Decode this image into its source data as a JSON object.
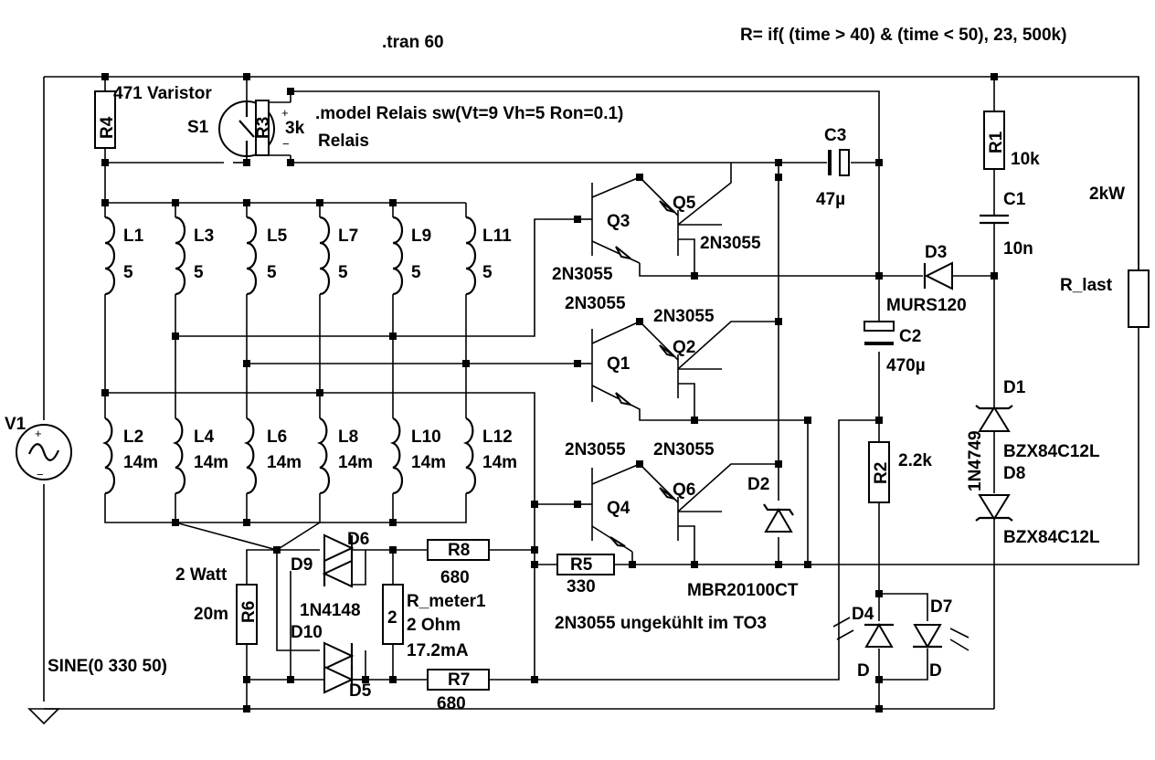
{
  "directives": {
    "tran": ".tran 60",
    "r_expr": "R= if( (time > 40) & (time < 50), 23, 500k)",
    "model": ".model Relais sw(Vt=9 Vh=5 Ron=0.1)",
    "model_sub": "Relais",
    "sine": "SINE(0 330 50)",
    "note": "2N3055 ungekühlt im TO3",
    "power": "2kW",
    "watt": "2 Watt"
  },
  "components": {
    "V1": "V1",
    "R4": "R4",
    "R4_value": "471 Varistor",
    "S1": "S1",
    "R3": "R3",
    "R3_value": "3k",
    "L1": "L1",
    "L3": "L3",
    "L5": "L5",
    "L7": "L7",
    "L9": "L9",
    "L11": "L11",
    "L_top_value": "5",
    "L2": "L2",
    "L4": "L4",
    "L6": "L6",
    "L8": "L8",
    "L10": "L10",
    "L12": "L12",
    "L_bottom_value": "14m",
    "Q1": "Q1",
    "Q2": "Q2",
    "Q3": "Q3",
    "Q4": "Q4",
    "Q5": "Q5",
    "Q6": "Q6",
    "transistor_model": "2N3055",
    "C3": "C3",
    "C3_value": "47µ",
    "C2": "C2",
    "C2_value": "470µ",
    "C1": "C1",
    "C1_value": "10n",
    "R1": "R1",
    "R1_value": "10k",
    "D3": "D3",
    "D3_model": "MURS120",
    "R_last": "R_last",
    "D1": "D1",
    "D1_model": "BZX84C12L",
    "D8": "D8",
    "D8_model": "BZX84C12L",
    "zener_side": "1N4749",
    "R2": "R2",
    "R2_value": "2.2k",
    "D2": "D2",
    "D2_model": "MBR20100CT",
    "D4": "D4",
    "D4_model": "D",
    "D7": "D7",
    "D7_model": "D",
    "R6": "R6",
    "R6_value": "20m",
    "D6": "D6",
    "D9": "D9",
    "D10": "D10",
    "D5": "D5",
    "diode_bridge_model": "1N4148",
    "R_meter": "2",
    "R_meter_name": "R_meter1",
    "R_meter_value": "2 Ohm",
    "R_meter_current": "17.2mA",
    "R8": "R8",
    "R8_value": "680",
    "R7": "R7",
    "R7_value": "680",
    "R5": "R5",
    "R5_value": "330"
  }
}
